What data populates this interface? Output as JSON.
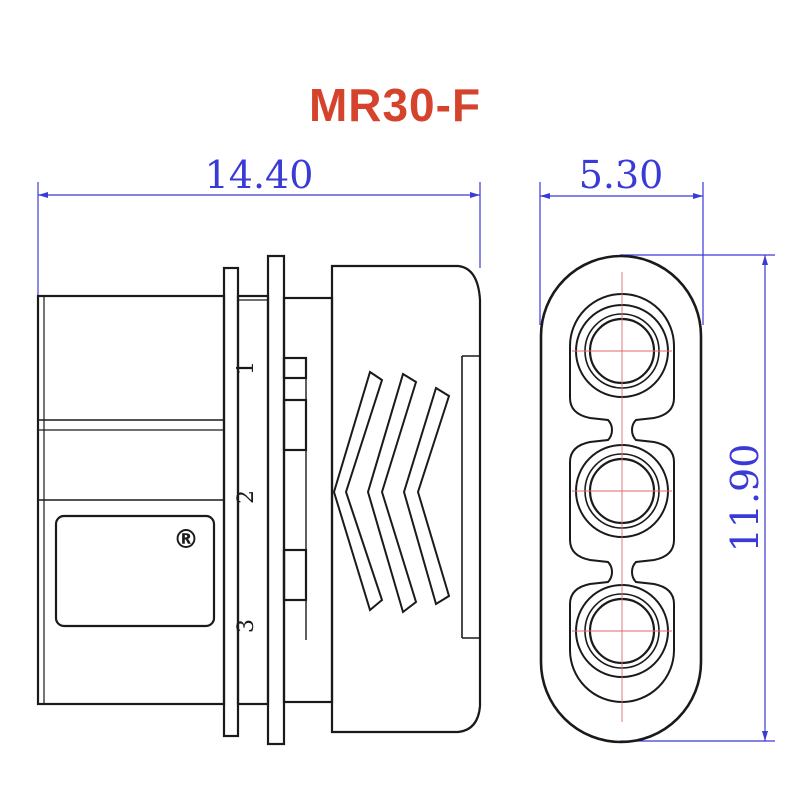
{
  "title": "MR30-F",
  "colors": {
    "title": "#d5432c",
    "outline": "#1a1a1a",
    "dimension": "#3a3ad6",
    "centerline": "#e06a6a"
  },
  "dimensions": {
    "length": "14.40",
    "width": "5.30",
    "height": "11.90"
  },
  "pin_labels": [
    "1",
    "2",
    "3"
  ],
  "mark": "®"
}
